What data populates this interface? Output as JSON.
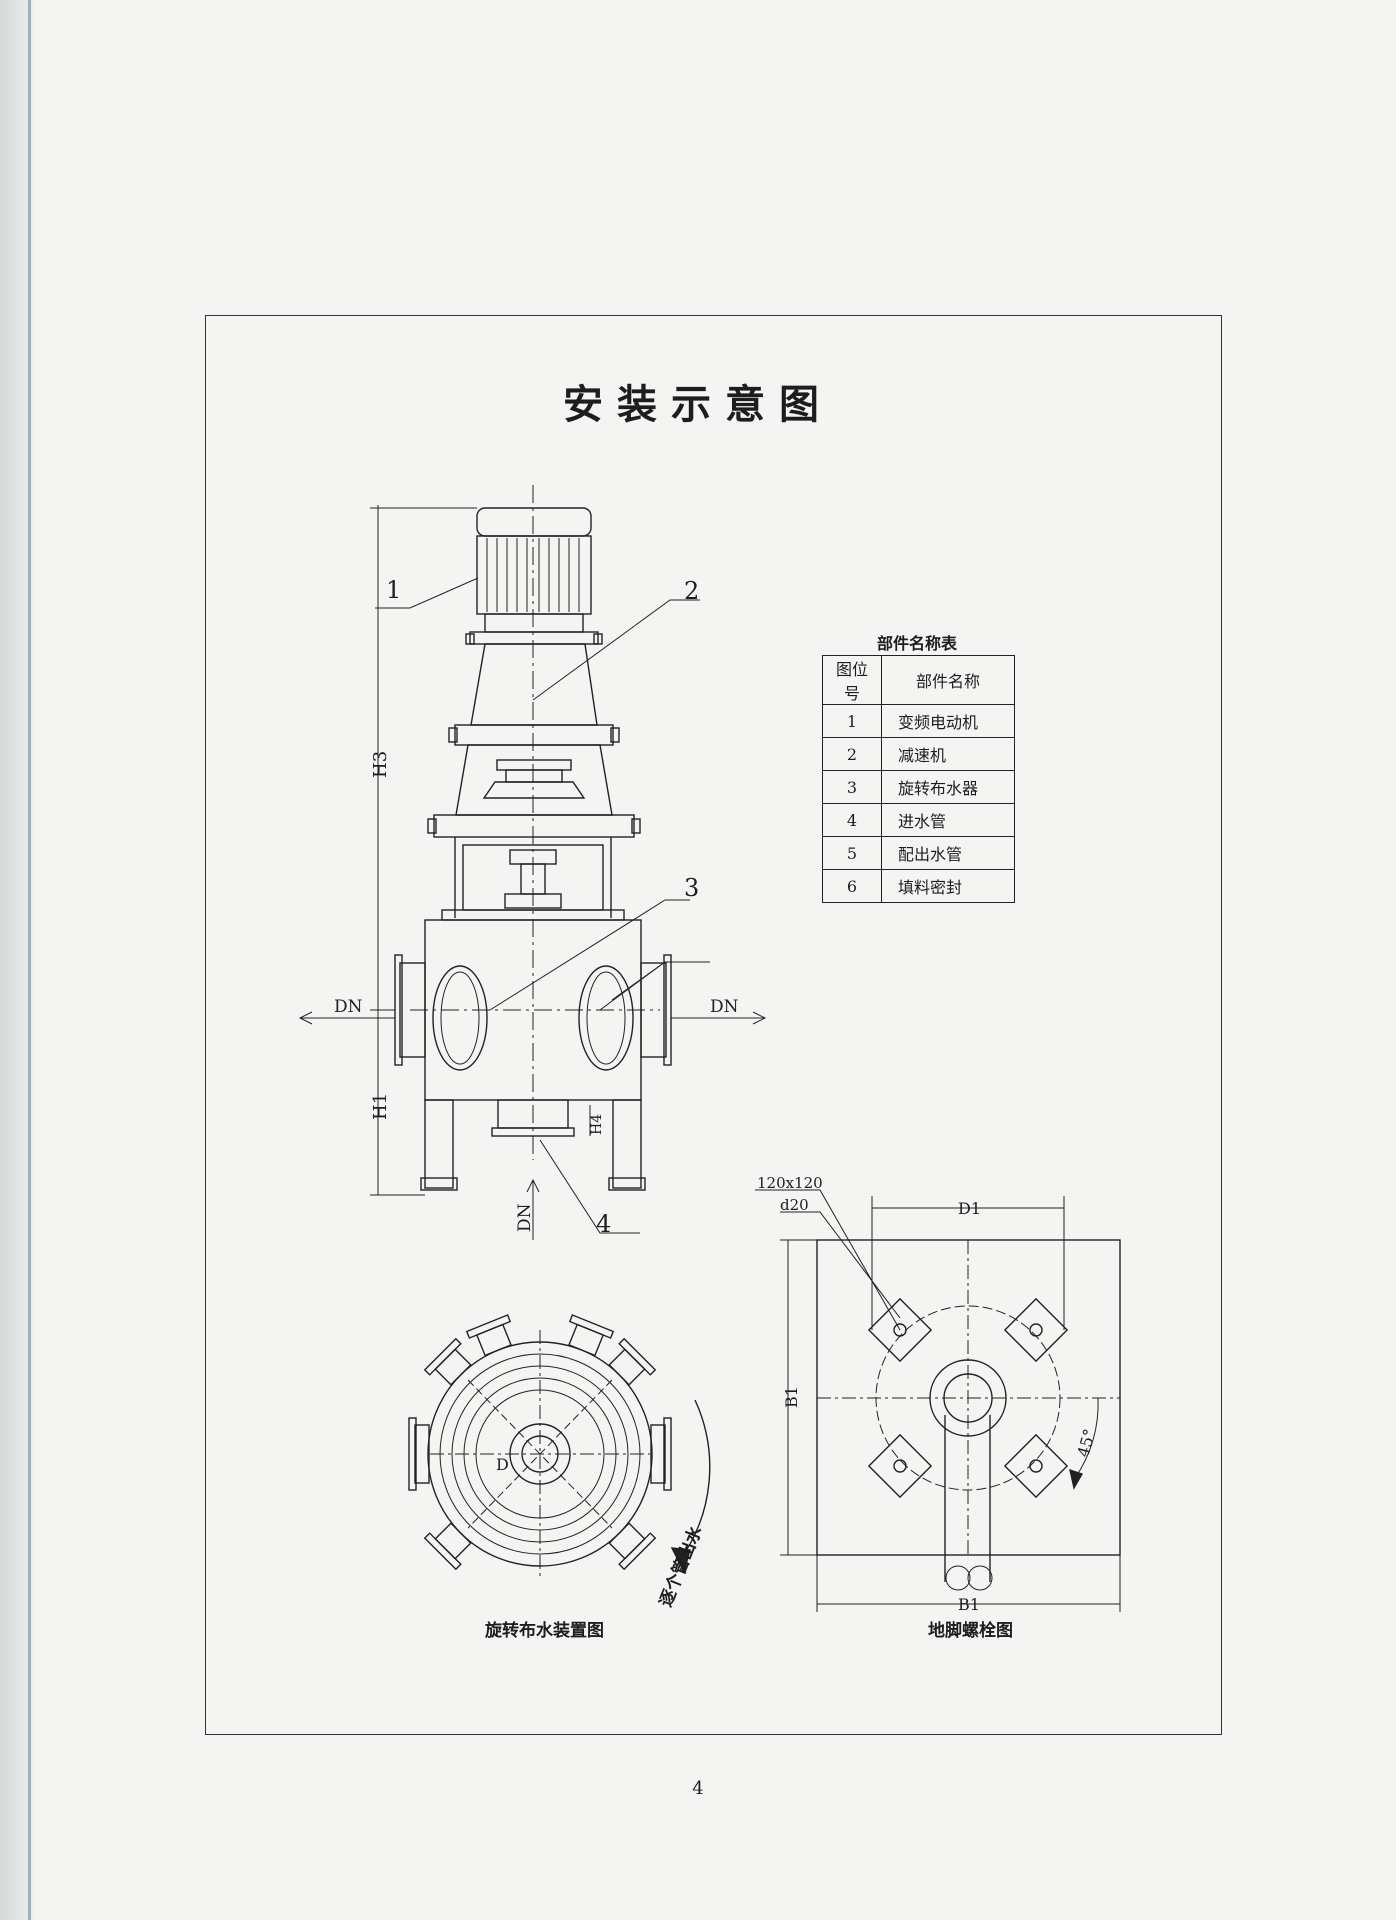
{
  "title": "安装示意图",
  "page_number": "4",
  "parts_table": {
    "caption": "部件名称表",
    "headers": [
      "图位号",
      "部件名称"
    ],
    "rows": [
      {
        "num": "1",
        "name": "变频电动机"
      },
      {
        "num": "2",
        "name": "减速机"
      },
      {
        "num": "3",
        "name": "旋转布水器"
      },
      {
        "num": "4",
        "name": "进水管"
      },
      {
        "num": "5",
        "name": "配出水管"
      },
      {
        "num": "6",
        "name": "填料密封"
      }
    ]
  },
  "main_view": {
    "callouts": [
      "1",
      "2",
      "3",
      "4"
    ],
    "dims": {
      "h3": "H3",
      "h1": "H1",
      "h4": "H4",
      "dn_left": "DN",
      "dn_right": "DN",
      "dn_bottom": "DN"
    }
  },
  "distributor_view": {
    "caption": "旋转布水装置图",
    "d_label": "D",
    "rotation_label": "逐个管出水"
  },
  "anchor_view": {
    "caption": "地脚螺栓图",
    "pad_label": "120x120",
    "bolt_label": "d20",
    "d1_label": "D1",
    "b1_side_label": "B1",
    "b1_bottom_label": "B1",
    "angle_label": "45°"
  }
}
